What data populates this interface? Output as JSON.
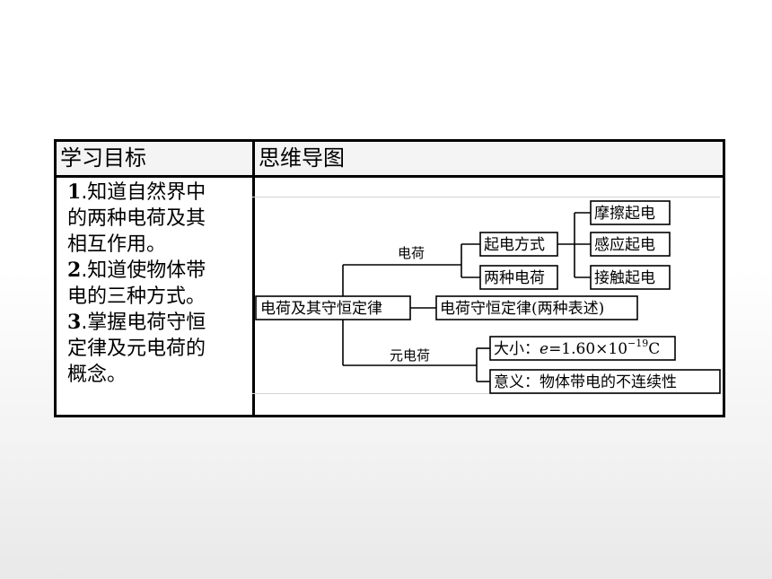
{
  "table": {
    "col1_header": "学习目标",
    "col2_header": "思维导图"
  },
  "goals": [
    {
      "num": "1",
      "line1": ".知道自然界中",
      "line2": "的两种电荷及其",
      "line3": "相互作用。"
    },
    {
      "num": "2",
      "line1": ".知道使物体带",
      "line2": "电的三种方式。"
    },
    {
      "num": "3",
      "line1": ".掌握电荷守恒",
      "line2": "定律及元电荷的",
      "line3": "概念。"
    }
  ],
  "mindmap": {
    "root": "电荷及其守恒定律",
    "branch_charge": "电荷",
    "charge_methods": "起电方式",
    "method_friction": "摩擦起电",
    "method_induction": "感应起电",
    "method_contact": "接触起电",
    "two_charges": "两种电荷",
    "conservation": "电荷守恒定律(两种表述)",
    "branch_elementary": "元电荷",
    "size_label": "大小：",
    "size_var": "e",
    "size_eq": "=1.60×10",
    "size_exp": "−19",
    "size_unit": "C",
    "meaning": "意义：物体带电的不连续性"
  }
}
